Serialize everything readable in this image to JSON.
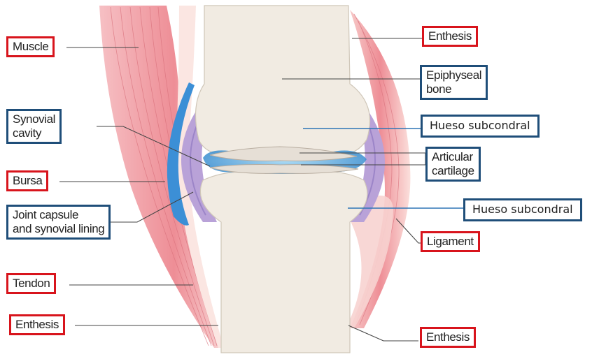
{
  "labels": {
    "muscle": "Muscle",
    "enthesis_top": "Enthesis",
    "epiphyseal_line1": "Epiphyseal",
    "epiphyseal_line2": "bone",
    "synovial_line1": "Synovial",
    "synovial_line2": "cavity",
    "hueso_upper": "Hueso subcondral",
    "articular_line1": "Articular",
    "articular_line2": "cartilage",
    "bursa": "Bursa",
    "capsule_line1": "Joint capsule",
    "capsule_line2": "and synovial lining",
    "hueso_lower": "Hueso subcondral",
    "ligament": "Ligament",
    "tendon": "Tendon",
    "enthesis_left": "Enthesis",
    "enthesis_bottom_right": "Enthesis"
  },
  "colors": {
    "red_frame": "#d8141c",
    "blue_frame": "#1f4e79",
    "leader_blue": "#2e75b6",
    "bone": "#f1ebe2",
    "muscle": "#ec8d95",
    "capsule": "#b7a0d6",
    "fluid": "#4ea6de"
  }
}
